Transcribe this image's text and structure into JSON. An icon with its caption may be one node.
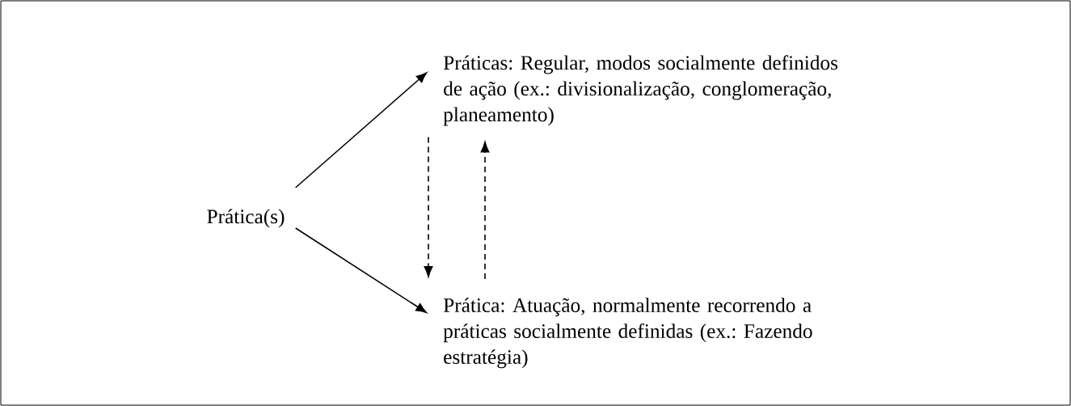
{
  "diagram": {
    "nodes": [
      {
        "text": [
          "Prática(s)"
        ]
      },
      {
        "text": [
          "Práticas: Regular, modos socialmente definidos de ação (ex.: divisionalização, conglomeração, planeamento)"
        ]
      },
      {
        "text": [
          "Prática: Atuação, normalmente recorrendo a práticas socialmente definidas (ex.: Fazendo estratégia)"
        ]
      }
    ],
    "edges": [
      {
        "from": 0,
        "to": 1,
        "arrow": "to"
      },
      {
        "from": 0,
        "to": 2,
        "arrow": "to"
      },
      {
        "from": 1,
        "to": 2,
        "arrow": "to",
        "style": "dashed"
      },
      {
        "from": 2,
        "to": 1,
        "arrow": "to",
        "style": "dashed"
      }
    ]
  }
}
